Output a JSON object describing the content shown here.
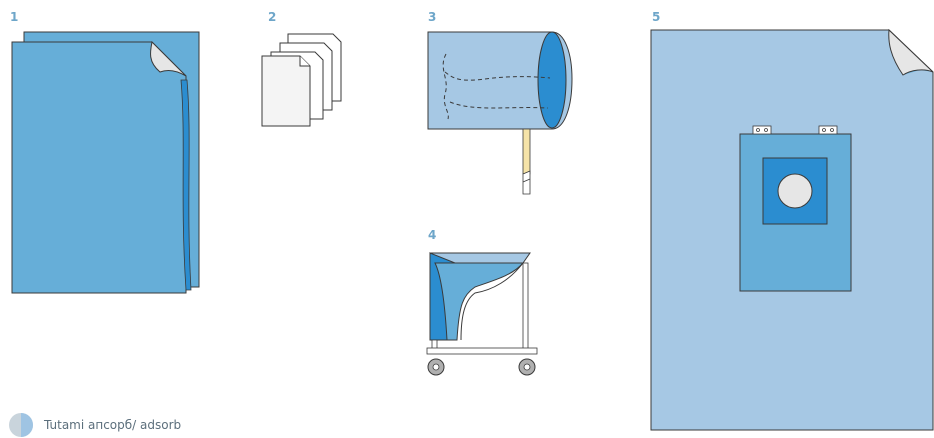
{
  "items": [
    {
      "number": "1",
      "icon": "drape-sheets-icon"
    },
    {
      "number": "2",
      "icon": "paper-towels-icon"
    },
    {
      "number": "3",
      "icon": "leg-cover-icon"
    },
    {
      "number": "4",
      "icon": "instrument-table-cover-icon"
    },
    {
      "number": "5",
      "icon": "surgical-drape-icon"
    }
  ],
  "legend": {
    "text": "Tutami апсорб/ adsorb",
    "colors": {
      "light": "#c9d4dc",
      "blue": "#9fc4e3"
    }
  },
  "colors": {
    "blue_dark": "#2b8dd0",
    "blue_mid": "#66aed8",
    "blue_light": "#a6c8e4",
    "outline": "#3a3a3a",
    "label": "#6ea6c9"
  }
}
